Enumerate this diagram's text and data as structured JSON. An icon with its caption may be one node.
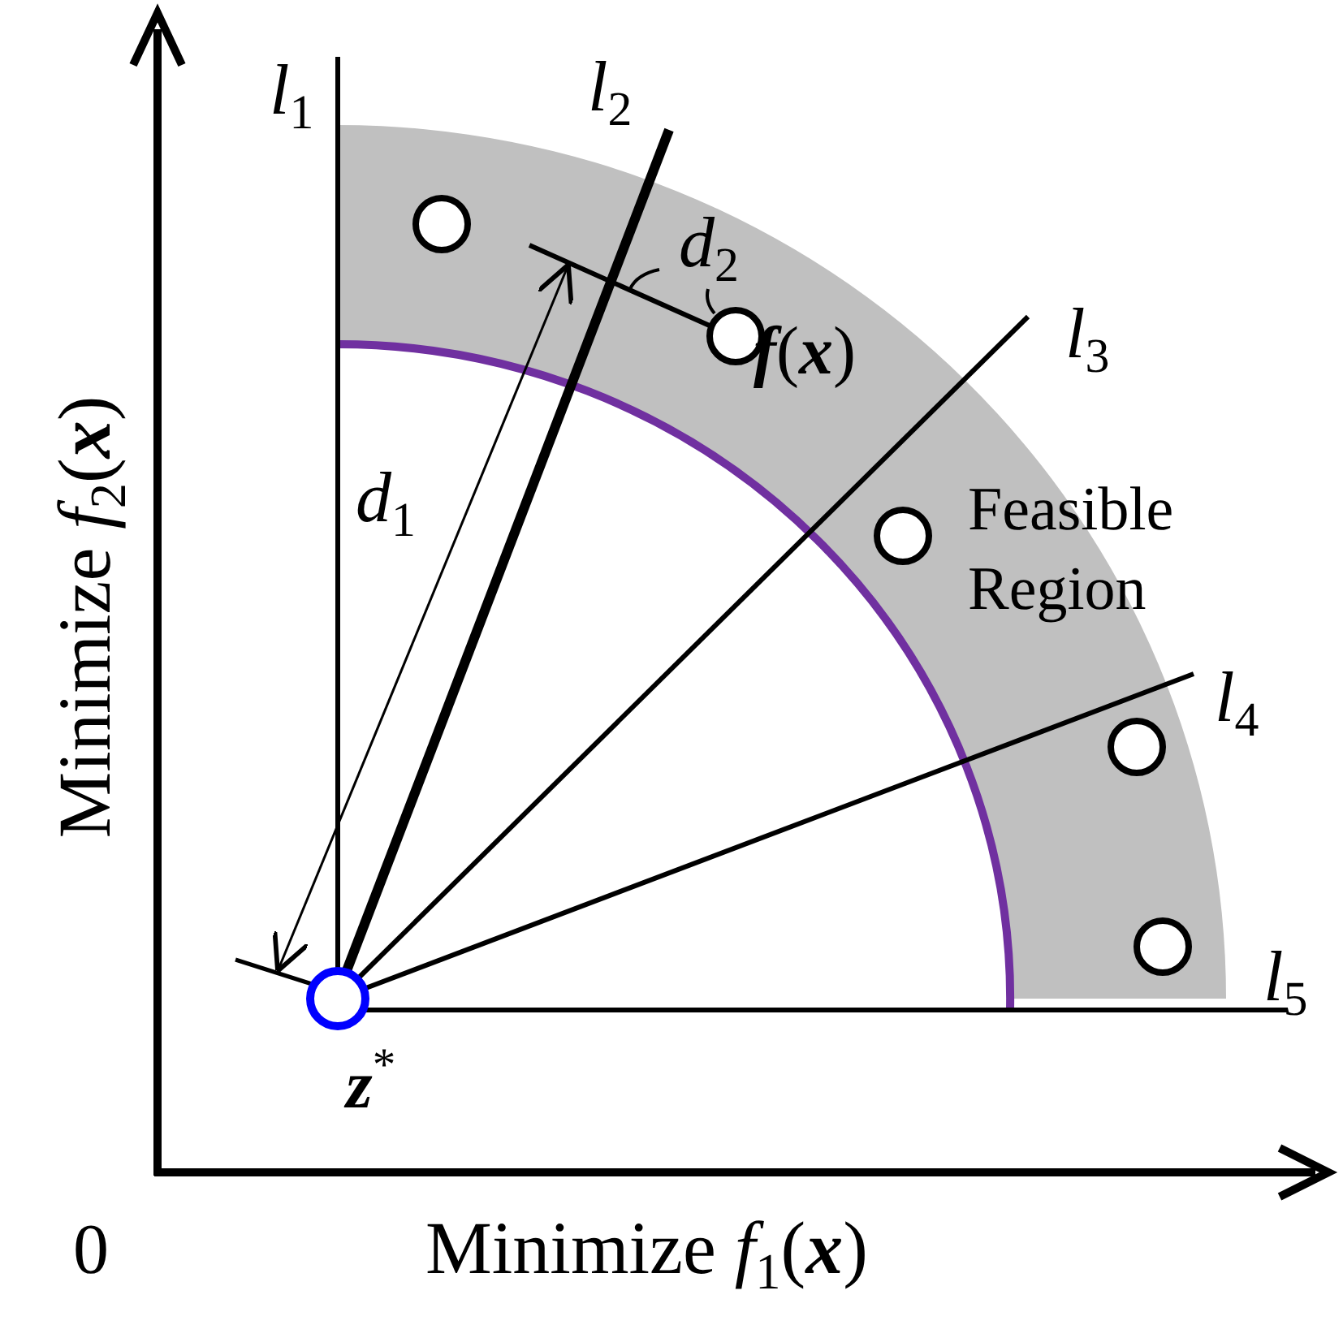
{
  "diagram": {
    "nodes": [
      {
        "text": [
          "Feasible Region"
        ]
      }
    ],
    "labels": [
      "*l*$_{1}$",
      "*l*$_{2}$",
      "*d*$_{2}$",
      "**f**(**x**)",
      "*l*$_{3}$",
      "*d*$_{1}$",
      "*l*$_{4}$",
      "*l*$_{5}$",
      "**z**$^{*}$",
      "0",
      "Minimize *f*$_{2}$(**x**)",
      "Minimize *f*$_{1}$(**x**)"
    ]
  }
}
